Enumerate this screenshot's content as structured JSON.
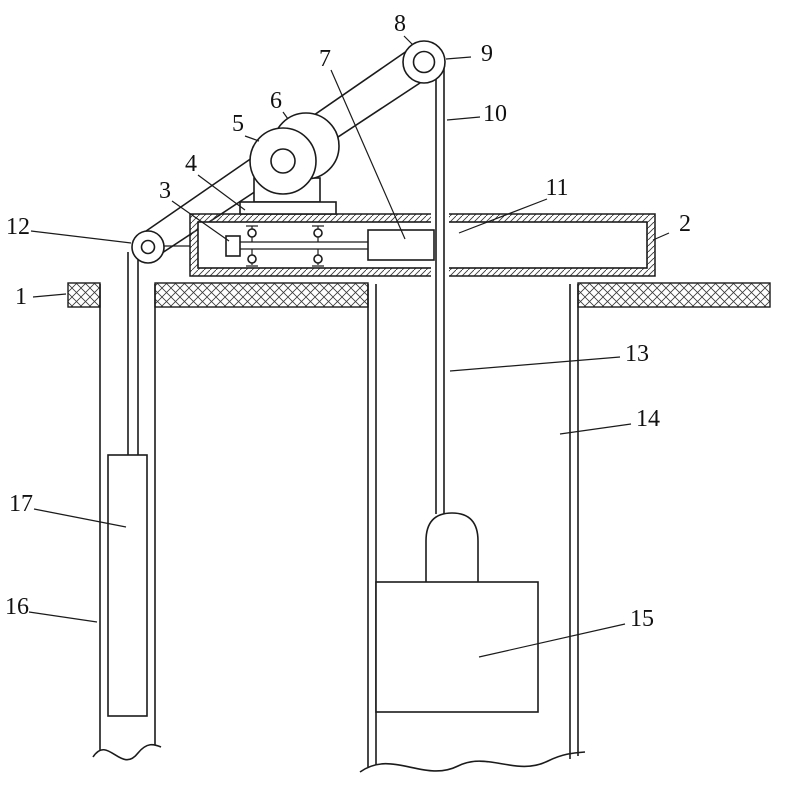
{
  "figure": {
    "colors": {
      "line": "#1b1b1b",
      "hatch": "#3a3a3a",
      "background": "#ffffff"
    }
  },
  "labels": {
    "l1": "1",
    "l2": "2",
    "l3": "3",
    "l4": "4",
    "l5": "5",
    "l6": "6",
    "l7": "7",
    "l8": "8",
    "l9": "9",
    "l10": "10",
    "l11": "11",
    "l12": "12",
    "l13": "13",
    "l14": "14",
    "l15": "15",
    "l16": "16",
    "l17": "17"
  }
}
